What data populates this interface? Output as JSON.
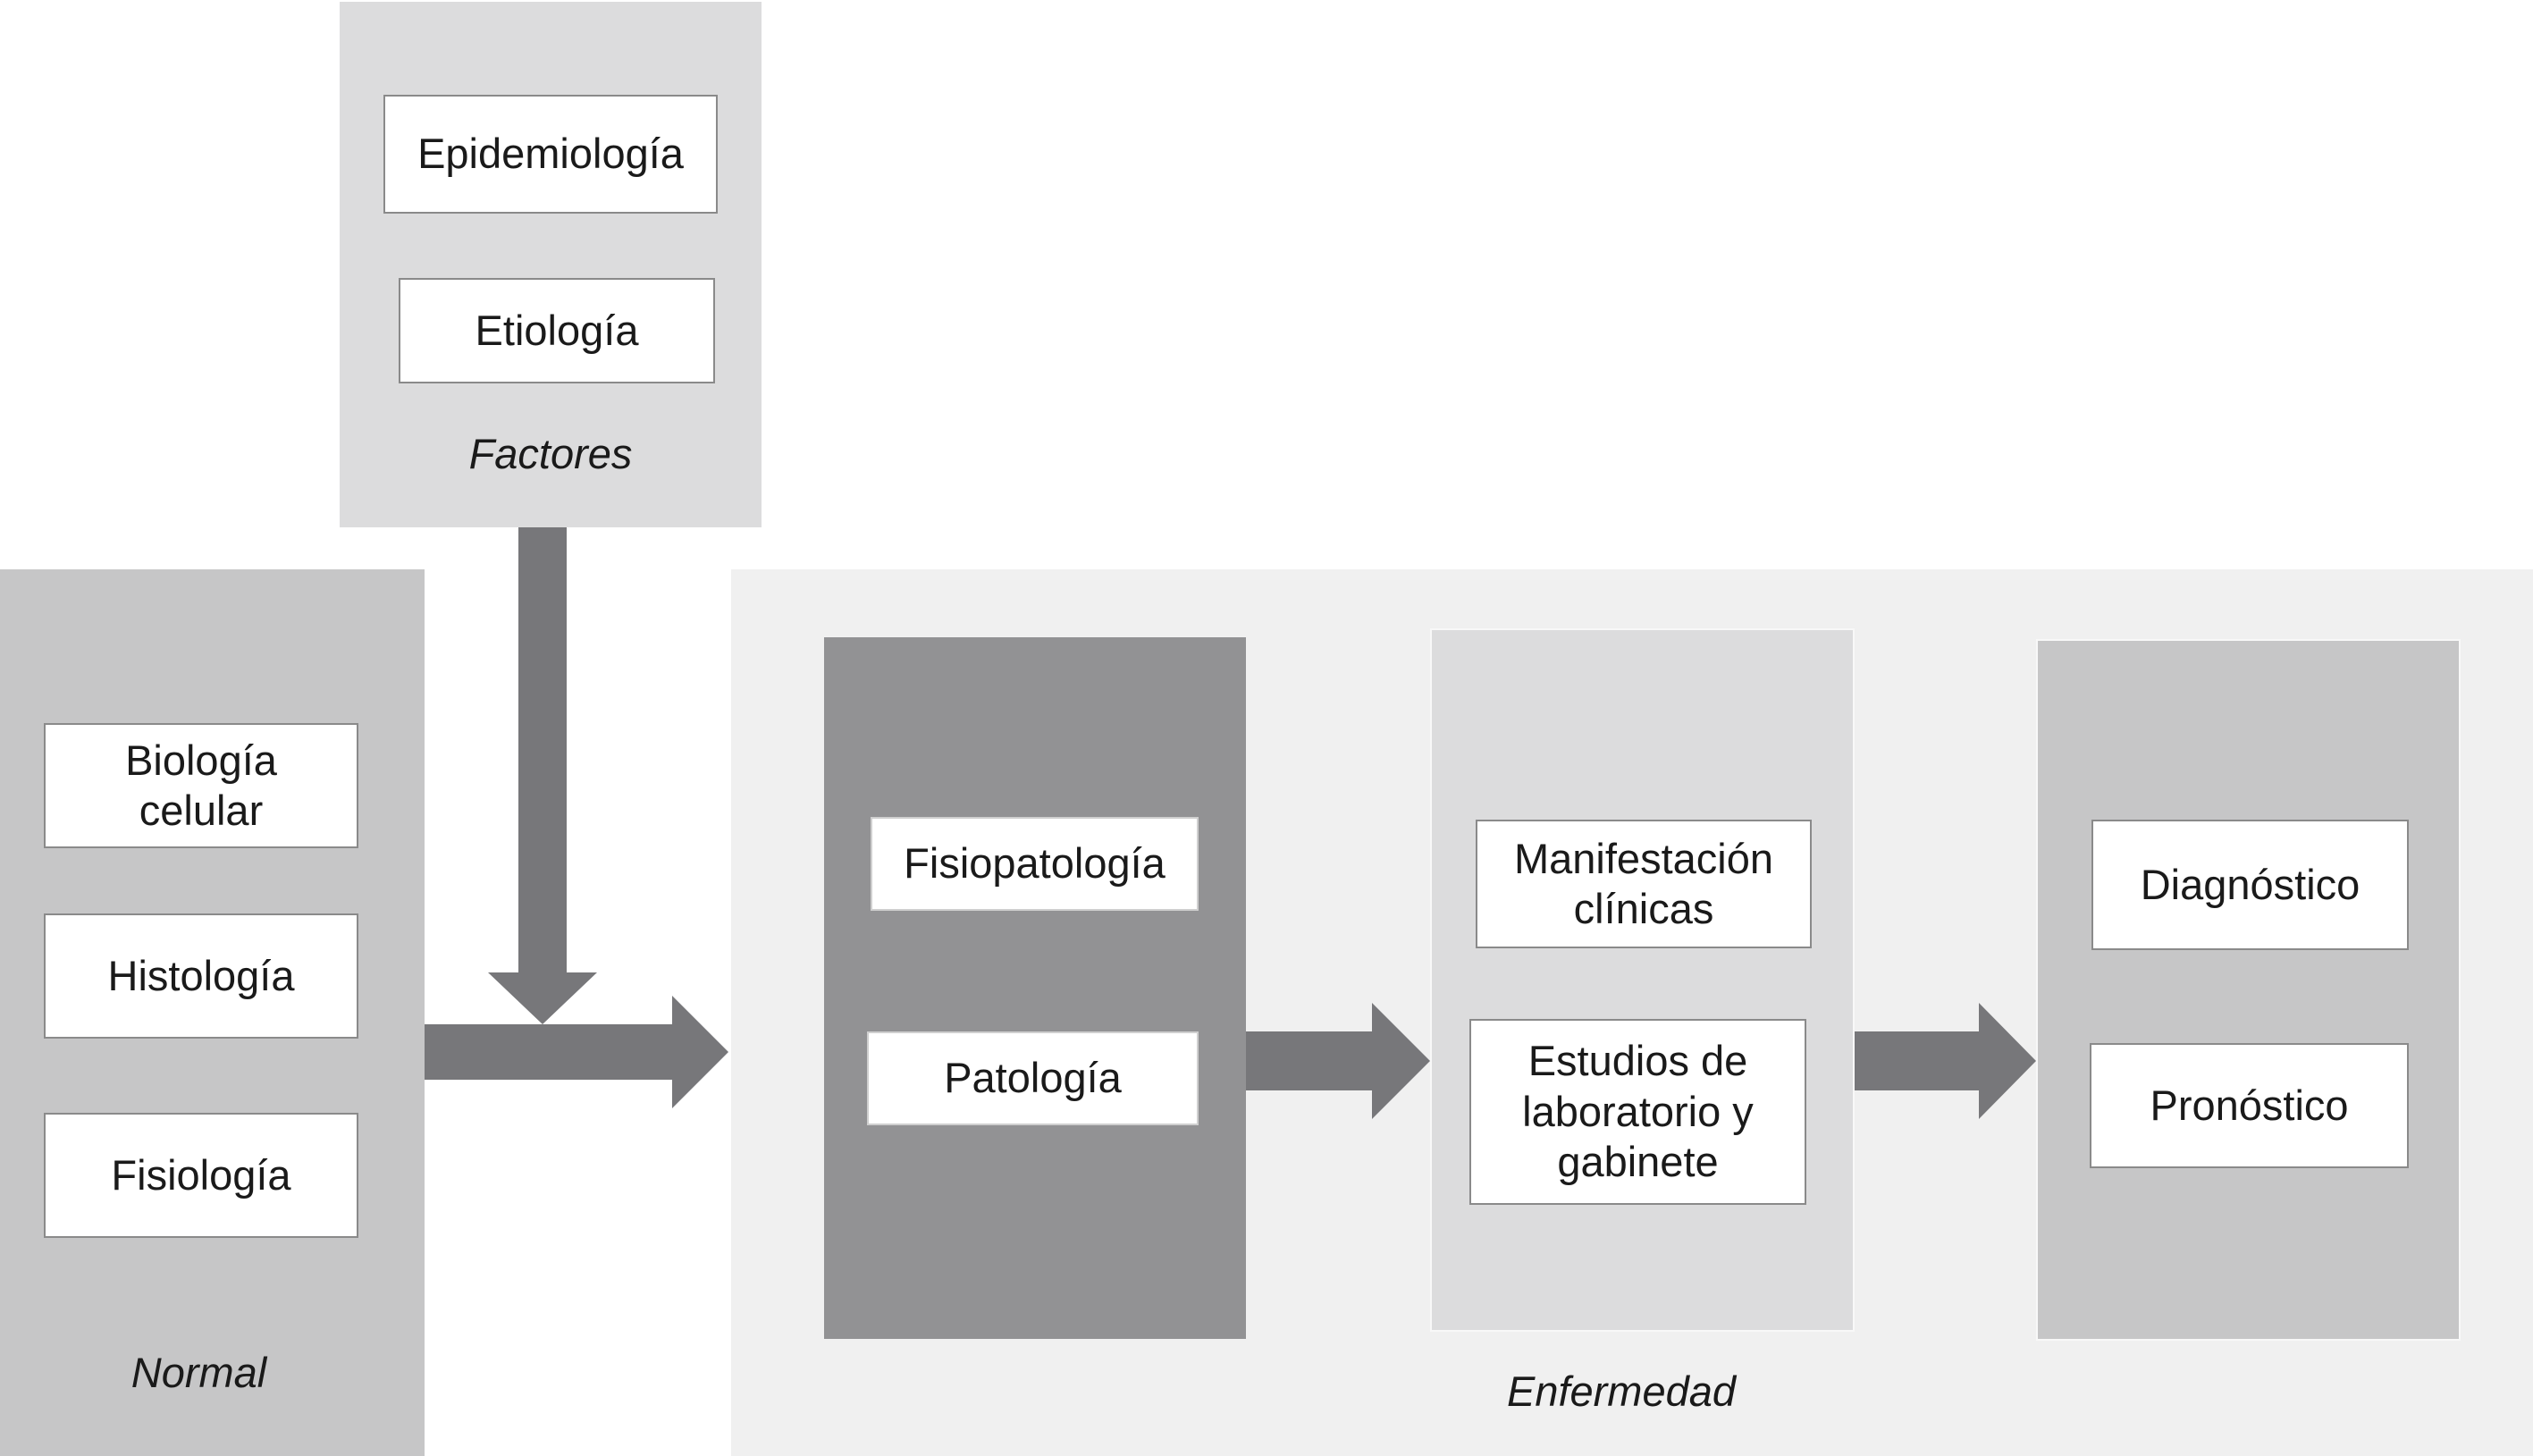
{
  "factores": {
    "items": [
      "Epidemiología",
      "Etiología"
    ],
    "caption": "Factores"
  },
  "normal": {
    "items": [
      "Biología\ncelular",
      "Histología",
      "Fisiología"
    ],
    "caption": "Normal"
  },
  "enfermedad": {
    "caption": "Enfermedad",
    "group1": [
      "Fisiopatología",
      "Patología"
    ],
    "group2": [
      "Manifestación\nclínicas",
      "Estudios de\nlaboratorio y\ngabinete"
    ],
    "group3": [
      "Diagnóstico",
      "Pronóstico"
    ]
  },
  "colors": {
    "factores_panel": "#dcdcdd",
    "normal_panel": "#c6c6c7",
    "enfermedad_panel": "#f0f0f0",
    "group1_panel": "#929294",
    "group2_panel": "#dcdcdd",
    "group3_panel": "#c6c6c7",
    "arrow": "#77777a"
  }
}
